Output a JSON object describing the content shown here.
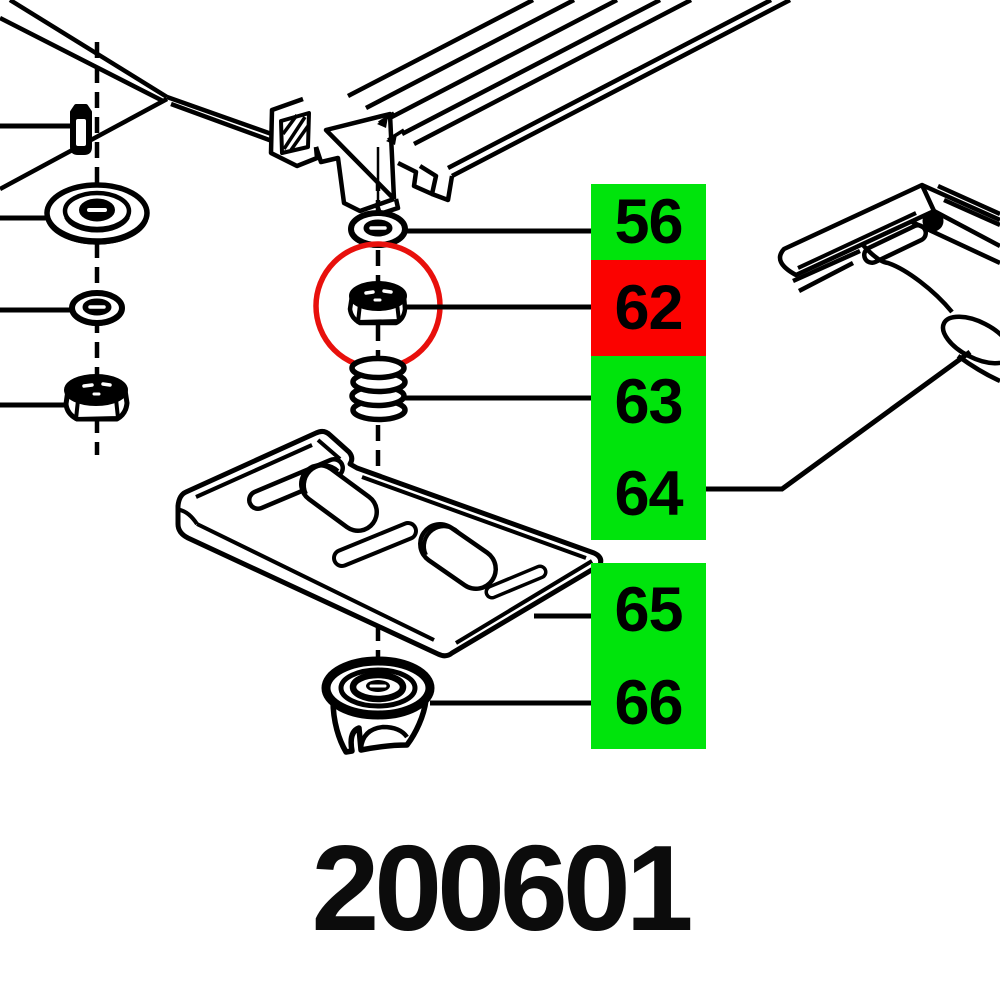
{
  "labels": [
    {
      "number": "56",
      "highlight": "#00e40c"
    },
    {
      "number": "62",
      "highlight": "#fb0200"
    },
    {
      "number": "63",
      "highlight": "#00e40c"
    },
    {
      "number": "64",
      "highlight": "#00e40c"
    },
    {
      "number": "65",
      "highlight": "#00e40c"
    },
    {
      "number": "66",
      "highlight": "#00e40c"
    }
  ],
  "callout": {
    "circled_label": "62",
    "circle_color": "#e8100c"
  },
  "footer": {
    "part_number": "200601"
  },
  "colors": {
    "line": "#000000",
    "background": "#ffffff",
    "highlight_green": "#00e40c",
    "highlight_red": "#fb0200"
  }
}
